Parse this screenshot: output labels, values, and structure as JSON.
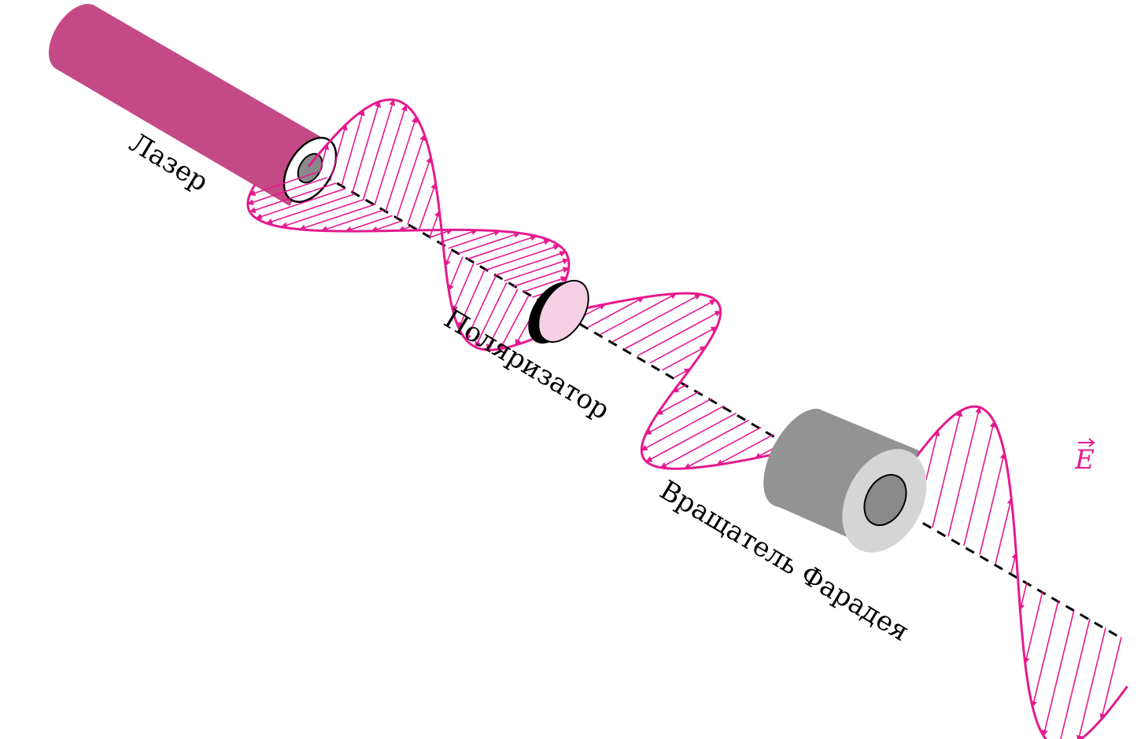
{
  "labels": {
    "laser": "Лазер",
    "polarizer": "Поляризатор",
    "rotator": "Вращатель Фарадея",
    "efield": "E"
  },
  "colors": {
    "laser_body": "#c44a87",
    "wave": "#e6198f",
    "wave_light": "#f06ab0",
    "polarizer_face": "#f6cfe3",
    "rotator_body": "#939393",
    "rotator_face": "#d5d5d5",
    "rotator_hole": "#8a8a8a",
    "beam": "#000000"
  },
  "icons": {
    "laser": "laser-cylinder",
    "polarizer": "polarizer-disc",
    "rotator": "faraday-rotator-cylinder",
    "vector_arrow": "arrow-over-E"
  }
}
